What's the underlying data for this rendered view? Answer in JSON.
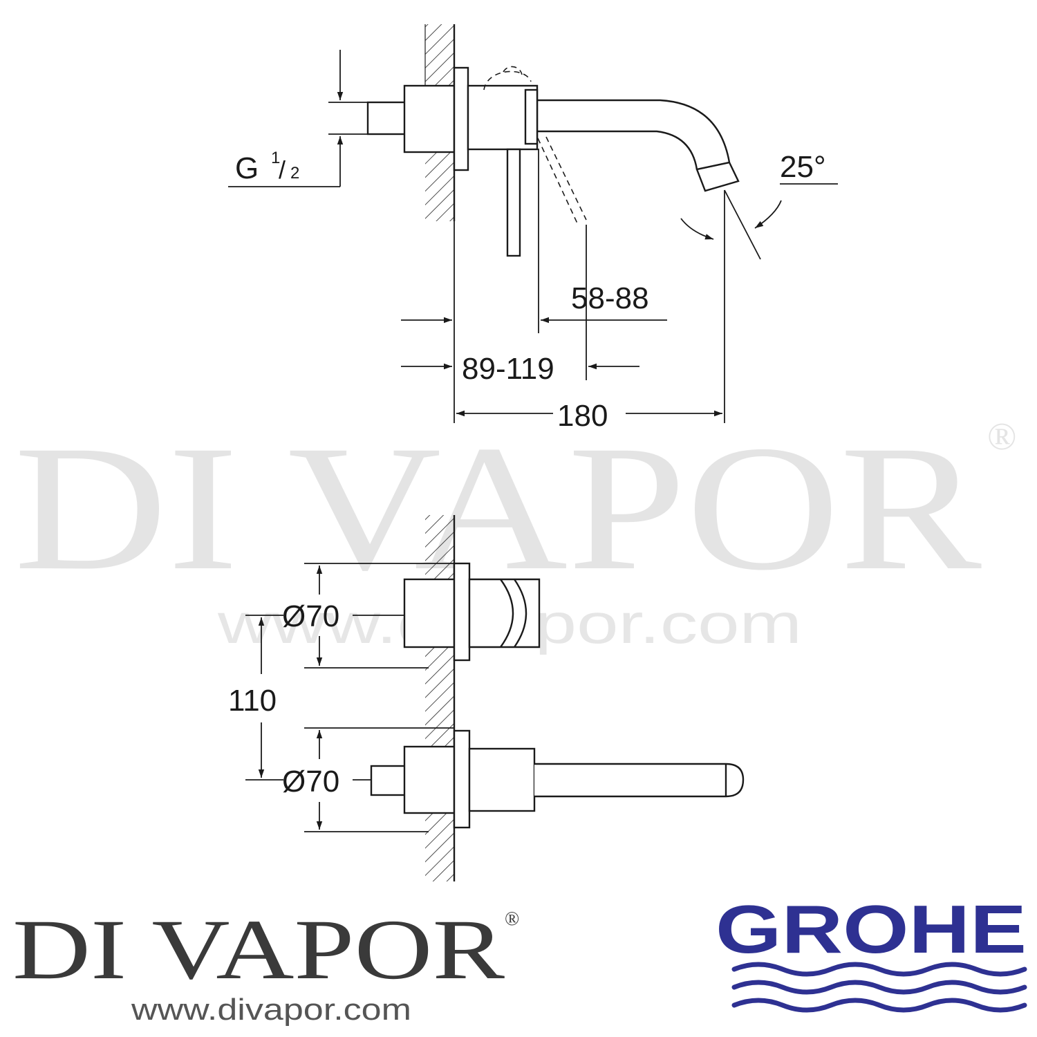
{
  "watermark": {
    "text": "DI VAPOR",
    "reg": "®",
    "url": "www.divapor.com",
    "color": "#e2e2e2"
  },
  "dimensions": {
    "thread": "G",
    "thread_num": "1",
    "thread_den": "2",
    "angle": "25°",
    "range_a": "58-88",
    "range_b": "89-119",
    "length": "180",
    "diameter_top": "Ø70",
    "spacing": "110",
    "diameter_bottom": "Ø70"
  },
  "footer": {
    "brand": "DI VAPOR",
    "reg": "®",
    "url": "www.divapor.com",
    "brand_color": "#3a3a3a",
    "grohe": "GROHE",
    "grohe_color": "#2e3192"
  },
  "colors": {
    "line": "#1a1a1a"
  }
}
